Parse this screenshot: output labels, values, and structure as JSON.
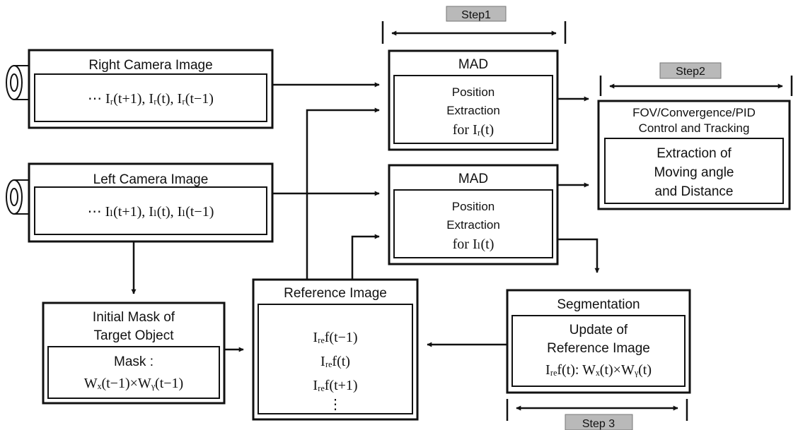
{
  "steps": {
    "step1": "Step1",
    "step2": "Step2",
    "step3": "Step 3"
  },
  "right_camera": {
    "title": "Right Camera Image",
    "frames": "⋯ Iᵣ(t+1), Iᵣ(t), Iᵣ(t−1)"
  },
  "left_camera": {
    "title": "Left Camera Image",
    "frames": "⋯ Iₗ(t+1), Iₗ(t), Iₗ(t−1)"
  },
  "mad_right": {
    "title": "MAD",
    "line1": "Position",
    "line2": "Extraction",
    "line3": "for Iᵣ(t)"
  },
  "mad_left": {
    "title": "MAD",
    "line1": "Position",
    "line2": "Extraction",
    "line3": "for Iₗ(t)"
  },
  "fov": {
    "line1": "FOV/Convergence/PID",
    "line2": "Control and Tracking",
    "inner1": "Extraction of",
    "inner2": "Moving angle",
    "inner3": "and Distance"
  },
  "mask": {
    "line1": "Initial Mask of",
    "line2": "Target Object",
    "inner1": "Mask :",
    "inner2": "Wₓ(t−1)×Wᵧ(t−1)"
  },
  "reference": {
    "title": "Reference Image",
    "line1": "Iᵣₑf(t−1)",
    "line2": "Iᵣₑf(t)",
    "line3": "Iᵣₑf(t+1)",
    "line4": "⋮"
  },
  "segmentation": {
    "title": "Segmentation",
    "inner1": "Update of",
    "inner2": "Reference Image",
    "inner3": "Iᵣₑf(t): Wₓ(t)×Wᵧ(t)"
  }
}
